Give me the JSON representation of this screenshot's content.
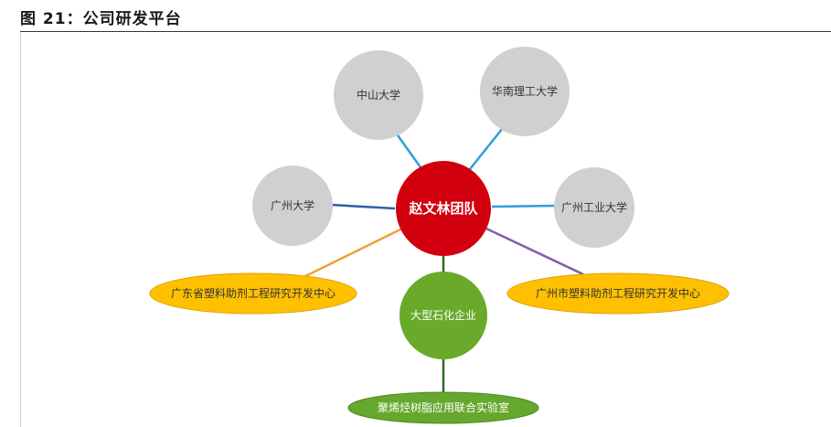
{
  "figure": {
    "title": "图 21：公司研发平台"
  },
  "colors": {
    "center": "#d2000f",
    "university": "#d0d0d0",
    "engineering_center": "#ffc000",
    "industry": "#6aaa2a",
    "lab": "#66a82e",
    "line_blue": "#2e9fd6",
    "line_orange": "#f0a030",
    "line_purple": "#8060a8",
    "line_green": "#2f6b24"
  },
  "nodes": {
    "center": "赵文林团队",
    "sysu": "中山大学",
    "scut": "华南理工大学",
    "gzhu": "广州大学",
    "gdut": "广州工业大学",
    "gd_center": "广东省塑料助剂工程研究开发中心",
    "gz_center": "广州市塑料助剂工程研究开发中心",
    "petrochem": "大型石化企业",
    "lab": "聚烯烃树脂应用联合实验室"
  }
}
